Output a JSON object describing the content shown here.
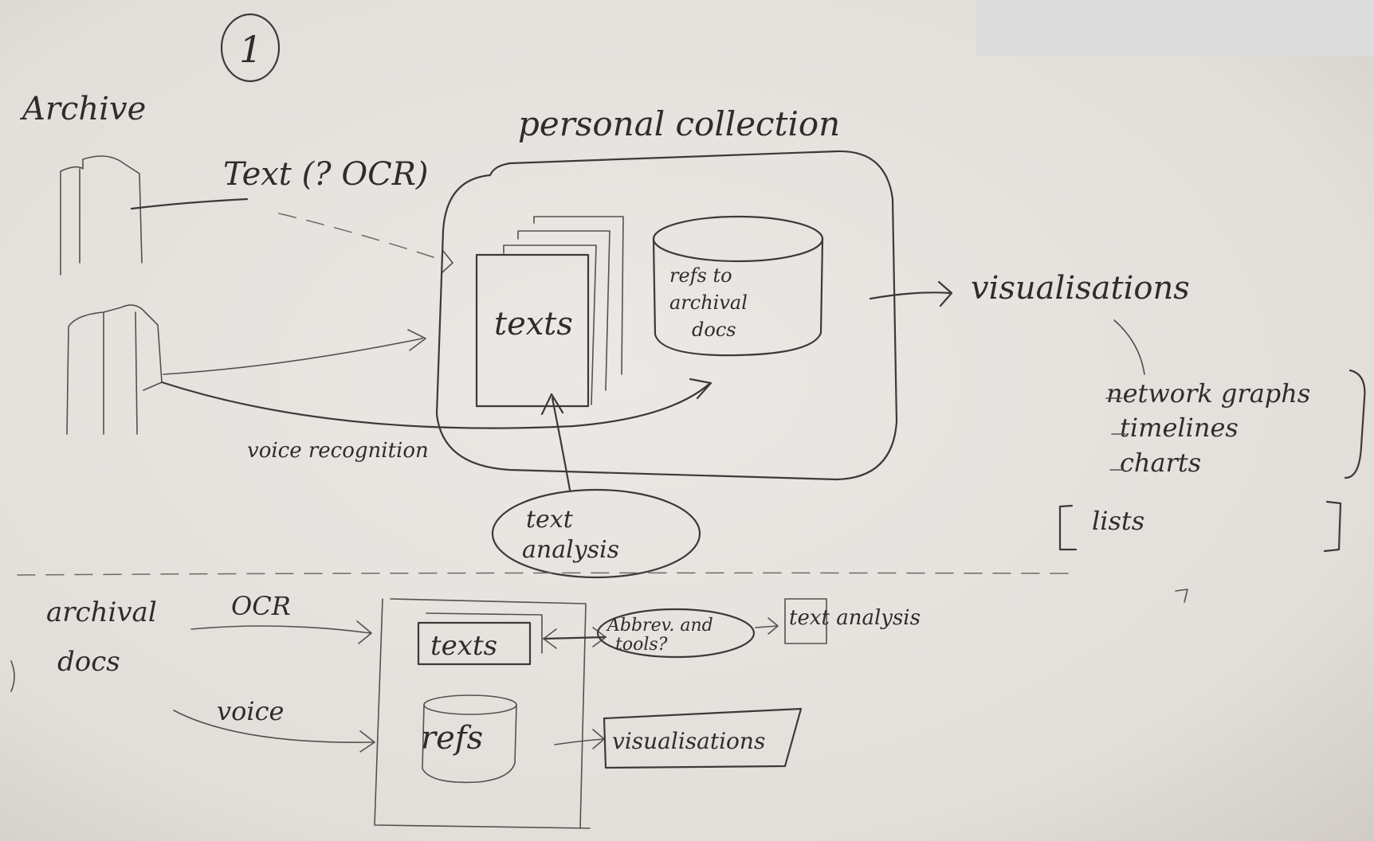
{
  "sheet": {
    "page_number": "1",
    "top": {
      "source_label": "Archive",
      "ocr_edge_label": "Text (? OCR)",
      "voice_edge_label": "voice recognition",
      "collection_title": "personal collection",
      "texts_stack_label": "texts",
      "refs_db_label": [
        "refs to",
        "archival",
        "docs"
      ],
      "analysis_label": [
        "text",
        "analysis"
      ],
      "output_label": "visualisations",
      "output_items": [
        "network graphs",
        "timelines",
        "charts"
      ],
      "extra_item": "lists"
    },
    "bottom": {
      "source_label": [
        "archival",
        "docs"
      ],
      "ocr_label": "OCR",
      "voice_label": "voice",
      "texts_label": "texts",
      "refs_label": "refs",
      "tool_label": [
        "Abbrev. and",
        "tools?"
      ],
      "analysis_label": "text analysis",
      "vis_label": "visualisations"
    }
  }
}
